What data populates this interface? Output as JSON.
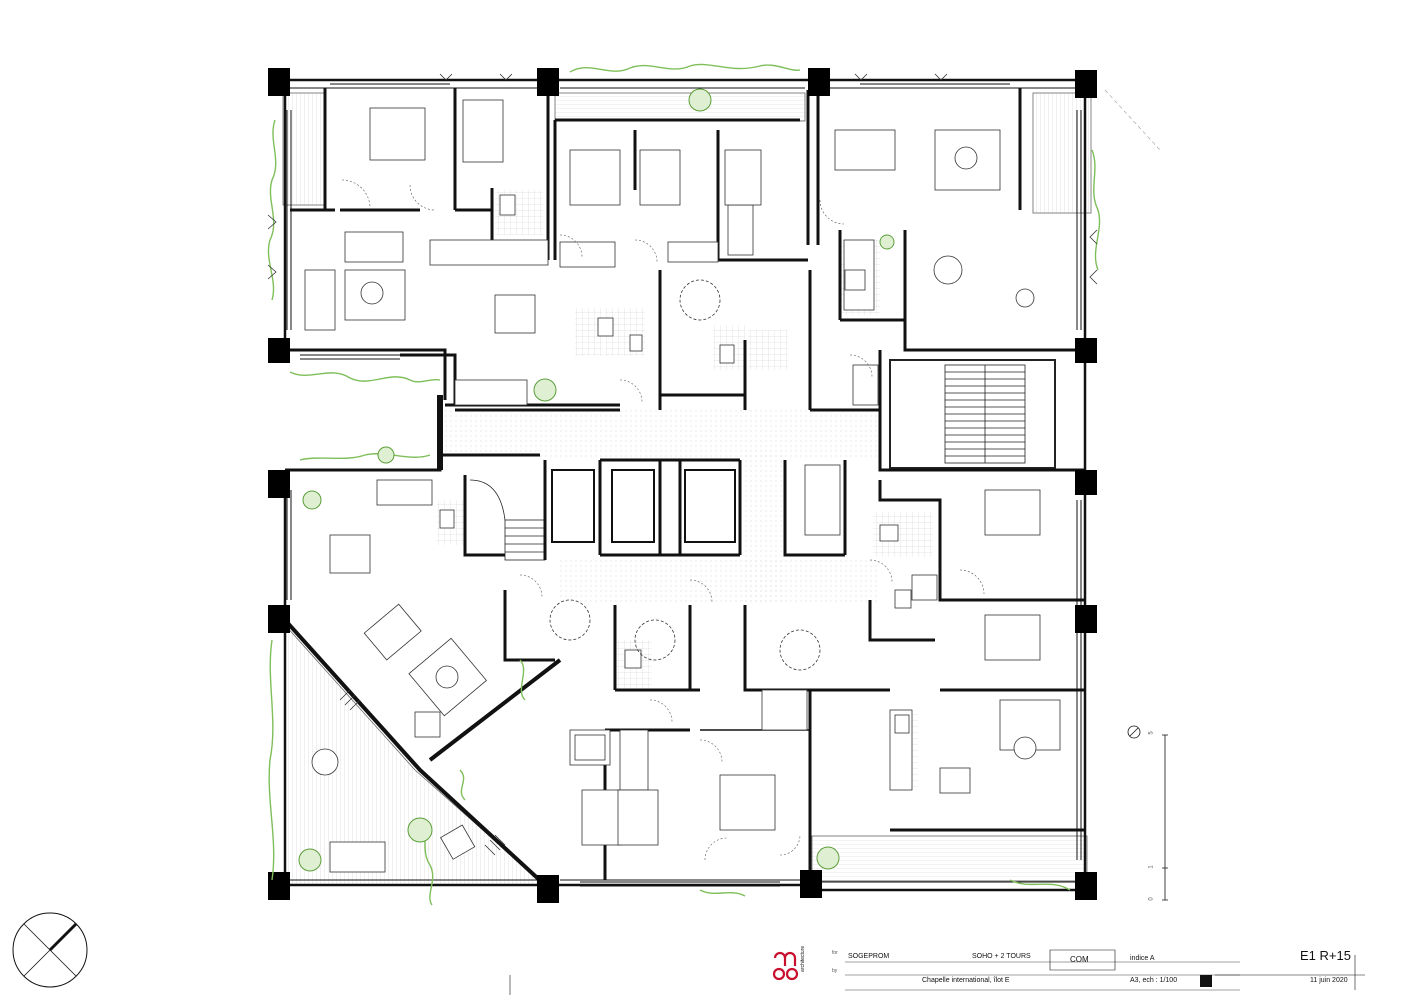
{
  "title_block": {
    "logo_letters": "m oa",
    "logo_subtitle": "architecture",
    "for_label": "for",
    "by_label": "by",
    "client": "SOGEPROM",
    "project": "SOHO + 2 TOURS",
    "phase": "COM",
    "revision": "indice A",
    "location": "Chapelle international, îlot E",
    "format": "A3, ech : 1/100",
    "drawing_id": "E1 R+15",
    "date": "11 juin 2020"
  },
  "scale_bar": {
    "labels": [
      "5",
      "1",
      "0"
    ]
  },
  "colors": {
    "walls": "#111111",
    "planting": "#7fbf5a",
    "furniture_line": "#444444",
    "floor_pattern": "#dddddd"
  },
  "icons": {
    "north_arrow": "north-arrow-icon",
    "scale_indicator": "scale-indicator-icon"
  }
}
